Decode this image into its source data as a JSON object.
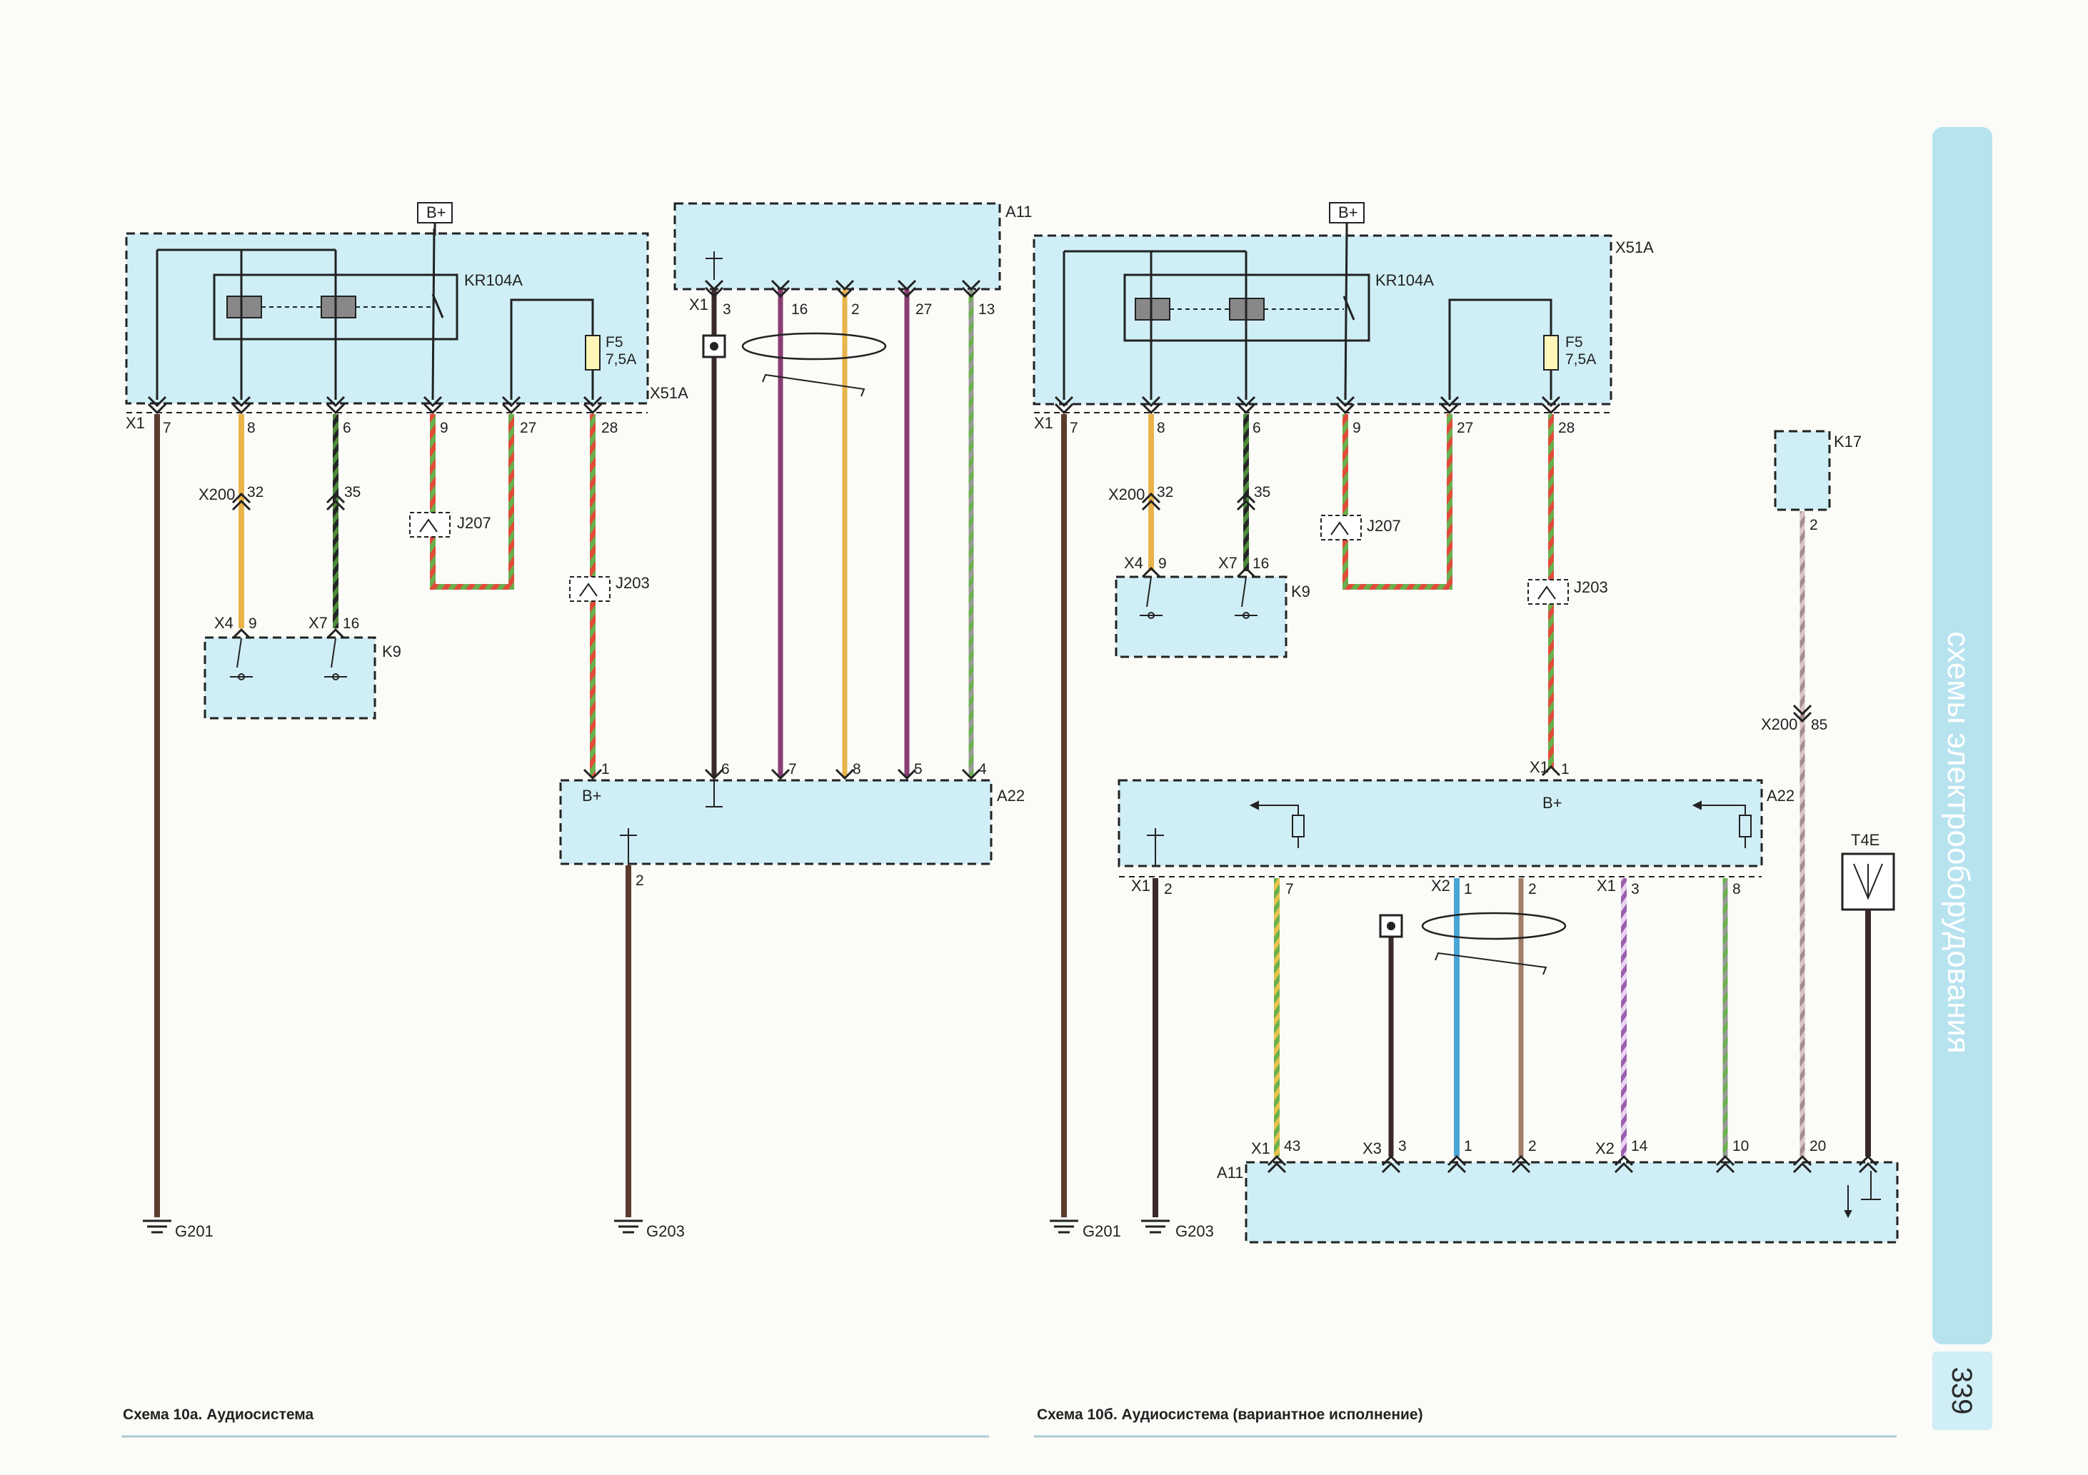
{
  "side_tab": {
    "title": "схемы электрооборудования",
    "page": "339",
    "color": "#b7e3ef"
  },
  "colors": {
    "box_fill": "#cfeef6",
    "dash": "#222222"
  },
  "left": {
    "caption": "Схема 10а. Аудиосистема",
    "bplus": "B+",
    "relay": "KR104A",
    "x51a": "X51A",
    "a11": "A11",
    "a22": "A22",
    "fuse_name": "F5",
    "fuse_rating": "7,5A",
    "x1_label": "X1",
    "x51_pins": [
      "7",
      "8",
      "6",
      "9",
      "27",
      "28"
    ],
    "x200": "X200",
    "x200_pin_a": "32",
    "x200_pin_b": "35",
    "j207": "J207",
    "j203": "J203",
    "x4": "X4",
    "x4_pin": "9",
    "x7": "X7",
    "x7_pin": "16",
    "k9": "K9",
    "a11_x1": "X1",
    "a11_pins": [
      "3",
      "16",
      "2",
      "27",
      "13"
    ],
    "a22_pins": [
      "1",
      "6",
      "7",
      "8",
      "5",
      "4"
    ],
    "a22_bplus": "B+",
    "a22_ground_pin": "2",
    "g201": "G201",
    "g203": "G203"
  },
  "right": {
    "caption": "Схема 10б. Аудиосистема (вариантное исполнение)",
    "bplus": "B+",
    "relay": "KR104A",
    "x51a": "X51A",
    "fuse_name": "F5",
    "fuse_rating": "7,5A",
    "x1_label": "X1",
    "x51_pins": [
      "7",
      "8",
      "6",
      "9",
      "27",
      "28"
    ],
    "x200": "X200",
    "x200_pin_a": "32",
    "x200_pin_b": "35",
    "j207": "J207",
    "j203": "J203",
    "x4": "X4",
    "x4_pin": "9",
    "x7": "X7",
    "x7_pin": "16",
    "k9": "K9",
    "k17": "K17",
    "k17_pin": "2",
    "x200_k17": "X200",
    "x200_k17_pin": "85",
    "a22": "A22",
    "a22_x1": "X1",
    "a22_in_pin": "1",
    "a22_bplus": "B+",
    "a22_bottom": {
      "x1": "X1",
      "x1_pins": [
        "2",
        "7"
      ],
      "x2": "X2",
      "x2_pins": [
        "1",
        "2"
      ],
      "x1b": "X1",
      "x1b_pins": [
        "3",
        "8"
      ]
    },
    "t4e": "T4E",
    "a11": "A11",
    "a11_bottom": {
      "x1": "X1",
      "x1_pin": "43",
      "x3": "X3",
      "x3_pins": [
        "3",
        "1",
        "2"
      ],
      "x2": "X2",
      "x2_pins": [
        "14",
        "10",
        "20"
      ]
    },
    "g201": "G201",
    "g203": "G203"
  }
}
